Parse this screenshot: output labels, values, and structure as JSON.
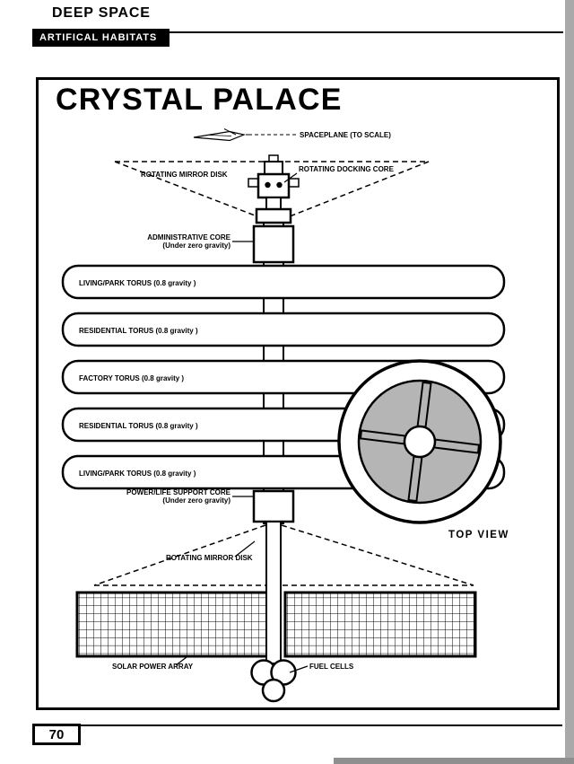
{
  "header": {
    "kicker": "DEEP SPACE",
    "badge": "ARTIFICAL HABITATS"
  },
  "diagram": {
    "title": "CRYSTAL PALACE",
    "spaceplane_label": "SPACEPLANE (TO SCALE)",
    "mirror_top_label": "ROTATING MIRROR DISK",
    "docking_core_label": "ROTATING DOCKING CORE",
    "admin_core": {
      "line1": "ADMINISTRATIVE CORE",
      "line2": "(Under zero gravity)"
    },
    "tori": [
      {
        "label": "LIVING/PARK TORUS (0.8 gravity )"
      },
      {
        "label": "RESIDENTIAL TORUS (0.8 gravity )"
      },
      {
        "label": "FACTORY TORUS (0.8 gravity )"
      },
      {
        "label": "RESIDENTIAL TORUS (0.8 gravity )"
      },
      {
        "label": "LIVING/PARK TORUS (0.8 gravity )"
      }
    ],
    "power_core": {
      "line1": "POWER/LIFE SUPPORT CORE",
      "line2": "(Under zero gravity)"
    },
    "top_view_label": "TOP VIEW",
    "mirror_bottom_label": "ROTATING MIRROR DISK",
    "solar_label": "SOLAR POWER ARRAY",
    "fuel_cells_label": "FUEL CELLS"
  },
  "footer": {
    "page_number": "70"
  },
  "colors": {
    "ink": "#000000",
    "paper": "#ffffff",
    "top_view_fill": "#b5b5b5",
    "scan_edge": "#a9a9a9",
    "scan_bottom": "#8f8f8f"
  }
}
